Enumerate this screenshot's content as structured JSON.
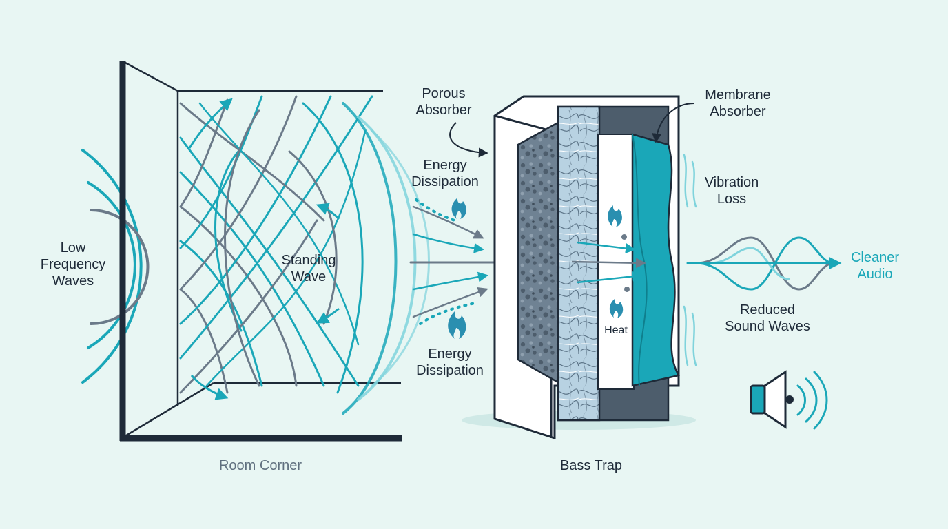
{
  "colors": {
    "background": "#e8f6f3",
    "navy": "#1e2a38",
    "teal": "#1aa7b8",
    "teal_light": "#7fd3dc",
    "slate": "#6b7a89",
    "foam_dark": "#6f8293",
    "fiber_fill": "#b8d2e2",
    "heat": "#2a8fb0"
  },
  "icons": {
    "flame": "flame-icon",
    "speaker": "speaker-icon"
  },
  "labels": {
    "low_frequency_waves": [
      "Low",
      "Frequency",
      "Waves"
    ],
    "standing_wave": [
      "Standing",
      "Wave"
    ],
    "room_corner": "Room Corner",
    "porous_absorber": [
      "Porous",
      "Absorber"
    ],
    "energy_dissipation_top": [
      "Energy",
      "Dissipation"
    ],
    "energy_dissipation_bottom": [
      "Energy",
      "Dissipation"
    ],
    "membrane_absorber": [
      "Membrane",
      "Absorber"
    ],
    "vibration_loss": [
      "Vibration",
      "Loss"
    ],
    "heat": "Heat",
    "cleaner_audio": [
      "Cleaner",
      "Audio"
    ],
    "reduced_sound_waves": [
      "Reduced",
      "Sound Waves"
    ],
    "bass_trap": "Bass Trap"
  }
}
